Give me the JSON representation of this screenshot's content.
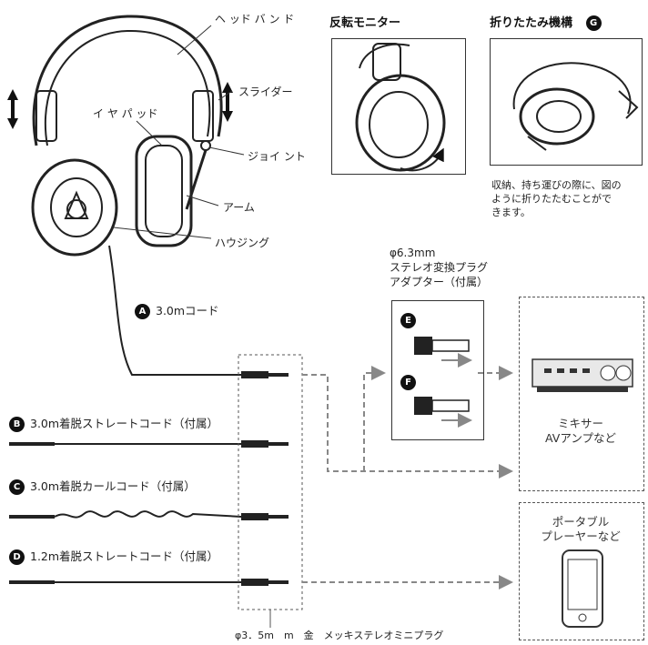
{
  "labels": {
    "headband": "ヘ ッド バ ン ド",
    "slider": "スライダー",
    "earpad": "イ ヤ パ ッド",
    "joint": "ジョイ ント",
    "arm": "アーム",
    "housing": "ハウジング"
  },
  "panels": {
    "reverse_monitor": "反転モニター",
    "folding": "折りたたみ機構",
    "folding_badge": "G",
    "folding_note": [
      "収納、持ち運びの際に、図の",
      "ように折りたたむことがで",
      "きます。"
    ]
  },
  "adapter": {
    "line1": "φ6.3mm",
    "line2": "ステレオ変換プラグ",
    "line3": "アダプター（付属）",
    "badge_e": "E",
    "badge_f": "F"
  },
  "cords": [
    {
      "badge": "A",
      "label": "3.0mコード"
    },
    {
      "badge": "B",
      "label": "3.0m着脱ストレートコード（付属）"
    },
    {
      "badge": "C",
      "label": "3.0m着脱カールコード（付属）"
    },
    {
      "badge": "D",
      "label": "1.2m着脱ストレートコード（付属）"
    }
  ],
  "devices": {
    "mixer_line1": "ミキサー",
    "mixer_line2": "AVアンプなど",
    "portable_line1": "ポータブル",
    "portable_line2": "プレーヤーなど"
  },
  "plug_note": "φ3．5m　m　金　メッキステレオミニプラグ"
}
